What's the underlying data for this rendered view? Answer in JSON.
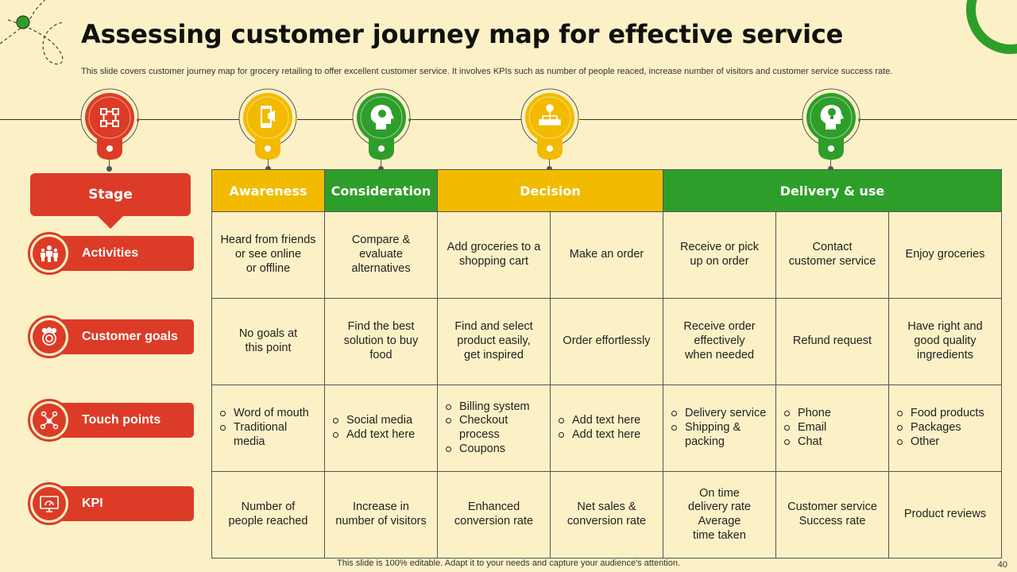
{
  "slide": {
    "title": "Assessing customer journey map for effective service",
    "subtitle": "This slide covers customer journey map for grocery retailing to offer excellent customer service. It involves KPIs such as number of people reaced, increase number of visitors and customer service success rate.",
    "footer": "This slide is 100% editable. Adapt it to your needs and capture your audience's attention.",
    "page_number": "40"
  },
  "colors": {
    "red": "#dc3c27",
    "yellow": "#f2bb00",
    "green": "#2e9e2a",
    "background": "#fcf1c6"
  },
  "pins": [
    {
      "icon": "flowchart-icon",
      "color": "#dc3c27"
    },
    {
      "icon": "megaphone-phone-icon",
      "color": "#f2bb00"
    },
    {
      "icon": "head-idea-icon",
      "color": "#2e9e2a"
    },
    {
      "icon": "decision-network-icon",
      "color": "#f2bb00"
    },
    {
      "icon": "head-bulb-icon",
      "color": "#2e9e2a"
    }
  ],
  "stage_label": "Stage",
  "stages": [
    {
      "label": "Awareness",
      "color": "#f2bb00"
    },
    {
      "label": "Consideration",
      "color": "#2e9e2a"
    },
    {
      "label": "Decision",
      "color": "#f2bb00"
    },
    {
      "label": "Delivery & use",
      "color": "#2e9e2a"
    }
  ],
  "rows": [
    {
      "label": "Activities",
      "icon": "people-group-icon",
      "cells": [
        "Heard from friends\nor see online\nor offline",
        "Compare &\nevaluate\nalternatives",
        "Add groceries to a\nshopping cart",
        "Make an order",
        "Receive or pick\nup on order",
        "Contact\ncustomer service",
        "Enjoy groceries"
      ]
    },
    {
      "label": "Customer goals",
      "icon": "team-target-icon",
      "cells": [
        "No goals at\nthis point",
        "Find the best\nsolution to buy\nfood",
        "Find and select\nproduct easily,\nget inspired",
        "Order effortlessly",
        "Receive order\neffectively\nwhen needed",
        "Refund request",
        "Have right and\ngood quality\ningredients"
      ]
    },
    {
      "label": "Touch points",
      "icon": "location-network-icon",
      "lists": [
        [
          "Word of mouth",
          "Traditional media"
        ],
        [
          "Social media",
          "Add text here"
        ],
        [
          "Billing system",
          "Checkout process",
          "Coupons"
        ],
        [
          "Add text here",
          "Add text here"
        ],
        [
          "Delivery service",
          "Shipping & packing"
        ],
        [
          "Phone",
          "Email",
          "Chat"
        ],
        [
          "Food products",
          "Packages",
          "Other"
        ]
      ]
    },
    {
      "label": "KPI",
      "icon": "dashboard-monitor-icon",
      "cells": [
        "Number of\npeople reached",
        "Increase in\nnumber of visitors",
        "Enhanced\nconversion rate",
        "Net sales &\nconversion rate",
        "On time\ndelivery rate\nAverage\ntime taken",
        "Customer service\nSuccess rate",
        "Product reviews"
      ]
    }
  ]
}
